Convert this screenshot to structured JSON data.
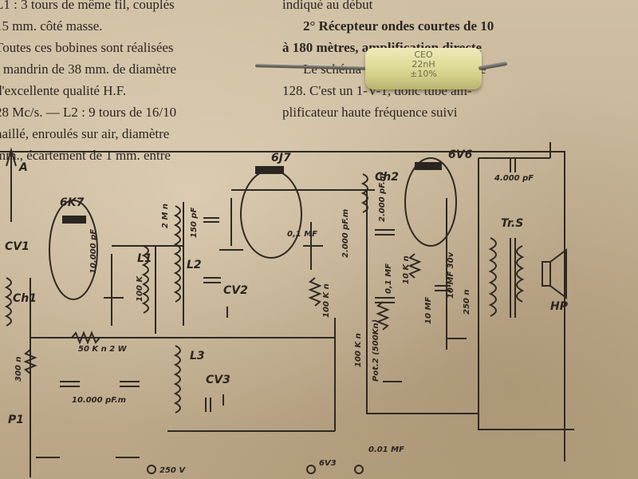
{
  "text_left": [
    "L1 : 3 tours de même fil, couplés",
    "15 mm. côté masse.",
    "Toutes ces bobines sont réalisées",
    "r mandrin de 38 mm. de diamètre",
    "d'excellente qualité H.F.",
    "28 Mc/s. — L2 : 9 tours de 16/10",
    "naillé, enroulés sur air, diamètre",
    "mm., écartement de 1 mm. entre"
  ],
  "text_right": [
    "indiqué au début",
    "2° Récepteur ondes courtes de 10",
    "à 180 mètres, amplification directe",
    "",
    "Le schéma est donné par la figure",
    "128. C'est un 1-V-1, donc tube am-",
    "plificateur haute fréquence suivi"
  ],
  "capacitor": {
    "line1": "CEO",
    "line2": "22nH",
    "line3": "±10%"
  },
  "schematic": {
    "tubes": [
      "6K7",
      "6J7",
      "6V6"
    ],
    "labels": {
      "antenna": "A",
      "cv1": "CV1",
      "ch1": "Ch1",
      "l1": "L1",
      "l2": "L2",
      "cv2": "CV2",
      "l3": "L3",
      "cv3": "CV3",
      "ch2": "Ch2",
      "p1": "P1",
      "trs": "Tr.S",
      "hp": "HP",
      "pot": "Pot.2 (500Kn)"
    },
    "values": {
      "c_4000": "4.000 pF",
      "r_50k": "50 K n 2 W",
      "c_10000": "10.000 pF.m",
      "c_10000b": "10.000 pF",
      "r_100k_a": "100 K",
      "r_100k_b": "100 K n",
      "c_150": "150 pF",
      "c_2000_a": "2.000 pF.m",
      "c_2000_b": "2.000 pF.m",
      "c_01": "0,1 MF",
      "c_01b": "0,1 MF",
      "r_300": "300 n",
      "r_2m": "2 M n",
      "r_10k": "10 K n",
      "c_10": "10 MF",
      "c_10b": "10 MF 30v",
      "r_250": "250 n",
      "r_100k_c": "100 K n",
      "v_250": "250 V",
      "v_63": "6V3",
      "c_001": "0.01 MF"
    }
  }
}
